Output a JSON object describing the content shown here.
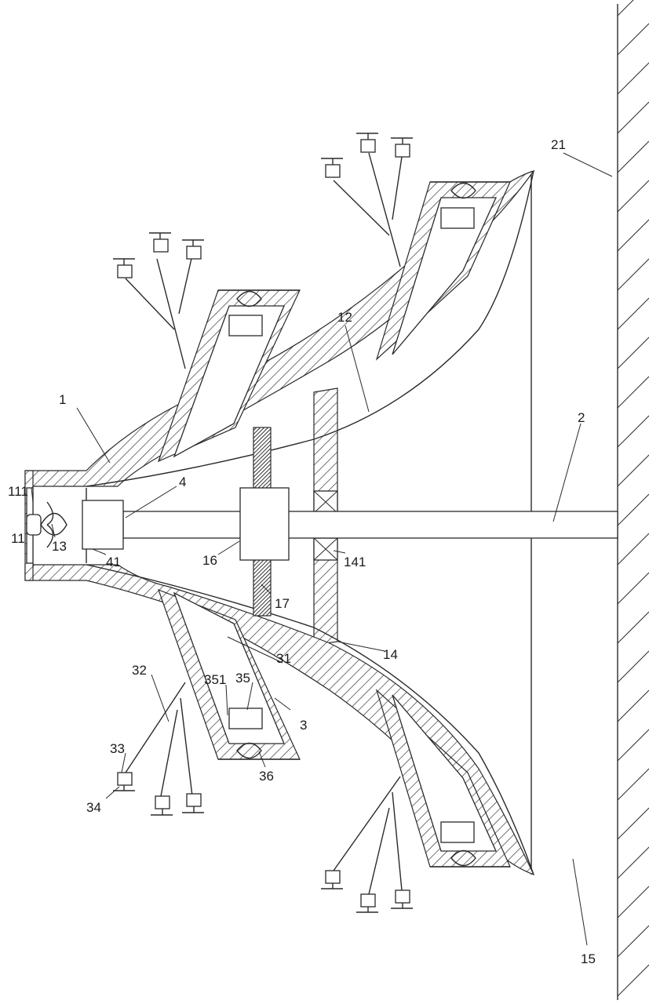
{
  "labels": {
    "l1": "1",
    "l2": "2",
    "l3": "3",
    "l4": "4",
    "l11": "11",
    "l12": "12",
    "l13": "13",
    "l14": "14",
    "l15": "15",
    "l16": "16",
    "l17": "17",
    "l21": "21",
    "l31": "31",
    "l32": "32",
    "l33": "33",
    "l34": "34",
    "l35": "35",
    "l36": "36",
    "l41": "41",
    "l111": "111",
    "l141": "141",
    "l351": "351"
  }
}
